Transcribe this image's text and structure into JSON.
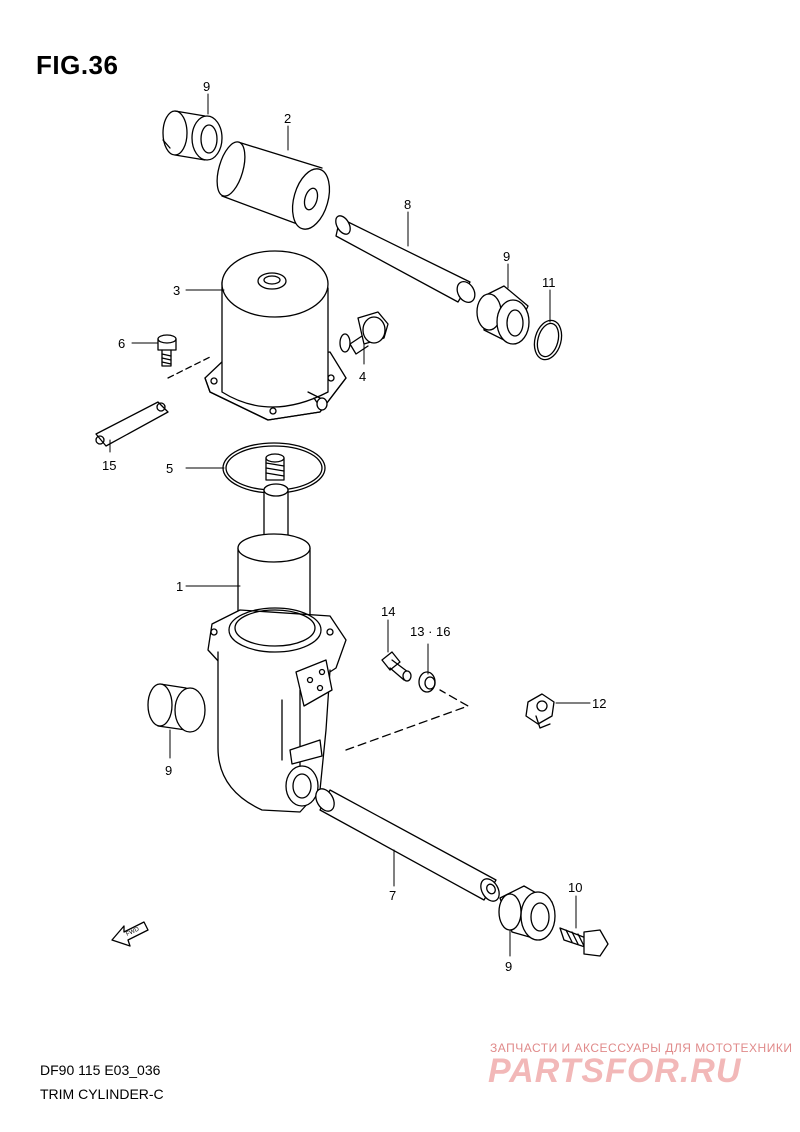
{
  "figure": {
    "title": "FIG.36"
  },
  "callouts": {
    "c1": "1",
    "c2": "2",
    "c3": "3",
    "c4": "4",
    "c5": "5",
    "c6": "6",
    "c7": "7",
    "c8": "8",
    "c9a": "9",
    "c9b": "9",
    "c9c": "9",
    "c9d": "9",
    "c10": "10",
    "c11": "11",
    "c12": "12",
    "c13": "13 · 16",
    "c14": "14",
    "c15": "15"
  },
  "fwd_label": "FWD",
  "footer": {
    "model": "DF90 115 E03_036",
    "name": "TRIM CYLINDER-C"
  },
  "watermark": {
    "tagline": "ЗАПЧАСТИ И АКСЕССУАРЫ ДЛЯ МОТОТЕХНИКИ",
    "logo": "PARTSFOR.RU"
  }
}
